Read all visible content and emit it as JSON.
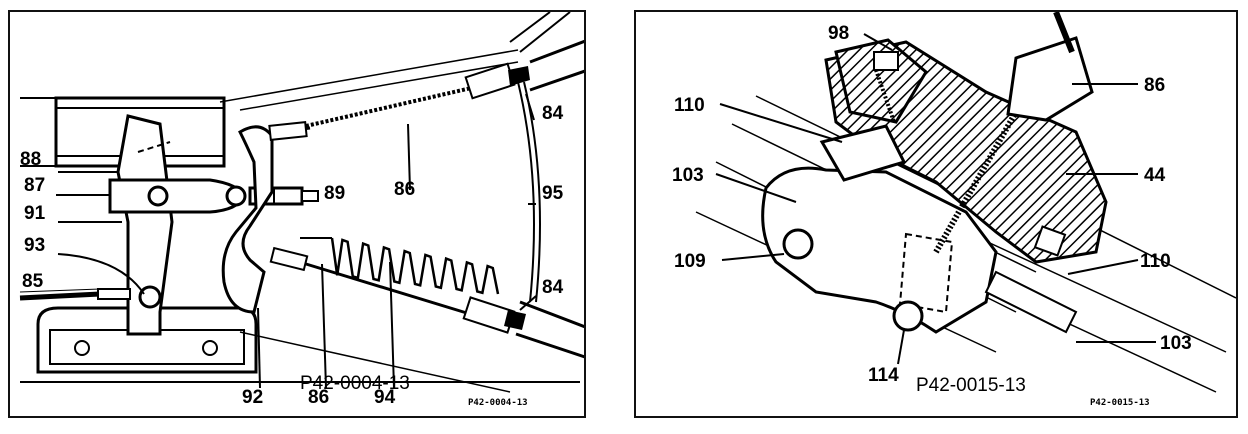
{
  "left_figure": {
    "labels": [
      "88",
      "87",
      "91",
      "93",
      "85",
      "92",
      "86",
      "94",
      "89",
      "86",
      "95",
      "84",
      "84"
    ],
    "figure_code": "P42-0004-13",
    "small_code": "P42-0004-13"
  },
  "right_figure": {
    "labels": [
      "98",
      "110",
      "103",
      "109",
      "114",
      "86",
      "44",
      "110",
      "103"
    ],
    "figure_code": "P42-0015-13",
    "small_code": "P42-0015-13"
  }
}
